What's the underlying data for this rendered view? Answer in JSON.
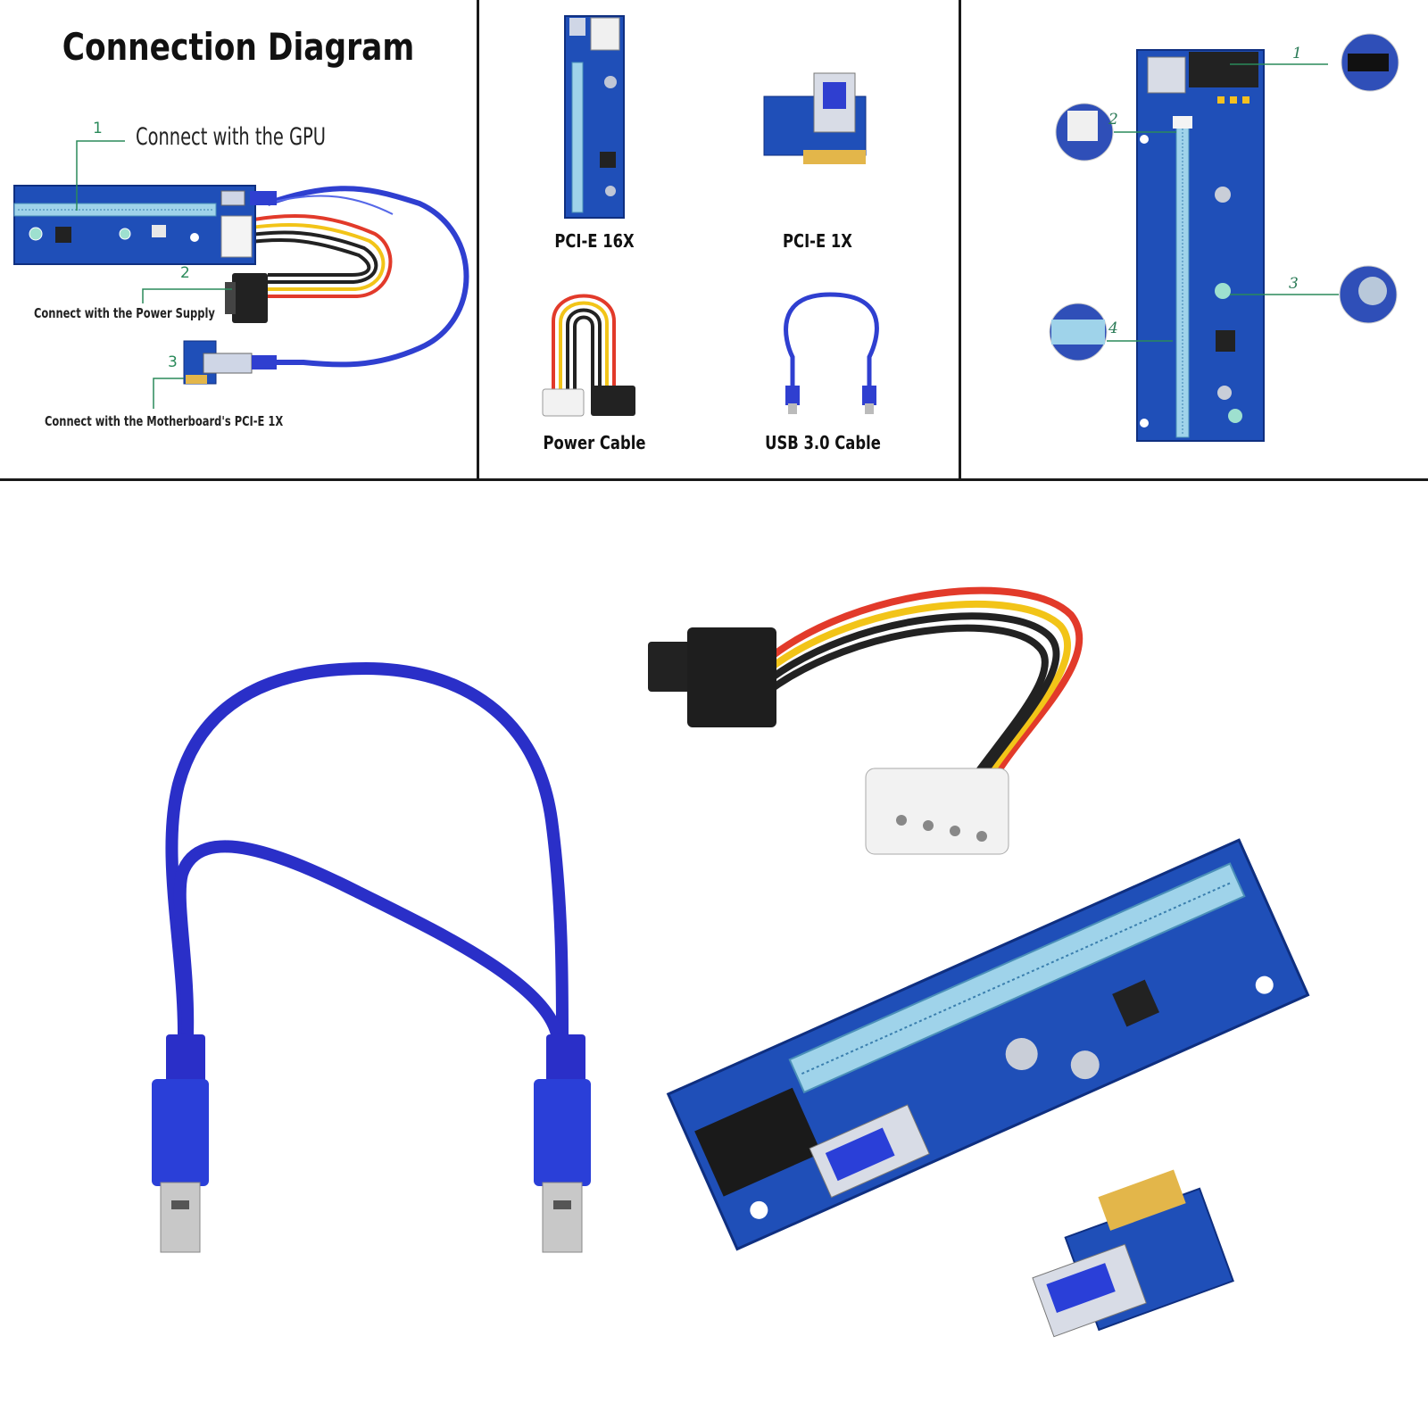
{
  "diagram": {
    "title": "Connection Diagram",
    "steps": [
      {
        "num": "1",
        "label": "Connect with the GPU"
      },
      {
        "num": "2",
        "label": "Connect with the Power Supply"
      },
      {
        "num": "3",
        "label": "Connect with the Motherboard's PCI-E 1X"
      }
    ]
  },
  "parts": [
    {
      "label": "PCI-E 16X"
    },
    {
      "label": "PCI-E 1X"
    },
    {
      "label": "Power Cable"
    },
    {
      "label": "USB 3.0 Cable"
    }
  ],
  "callouts": [
    "1",
    "2",
    "3",
    "4"
  ],
  "colors": {
    "pcb_blue": "#1f4fb8",
    "cable_blue": "#2f3fd0",
    "slot_light_blue": "#9fd3ea",
    "callout_green": "#2a8a5a"
  }
}
